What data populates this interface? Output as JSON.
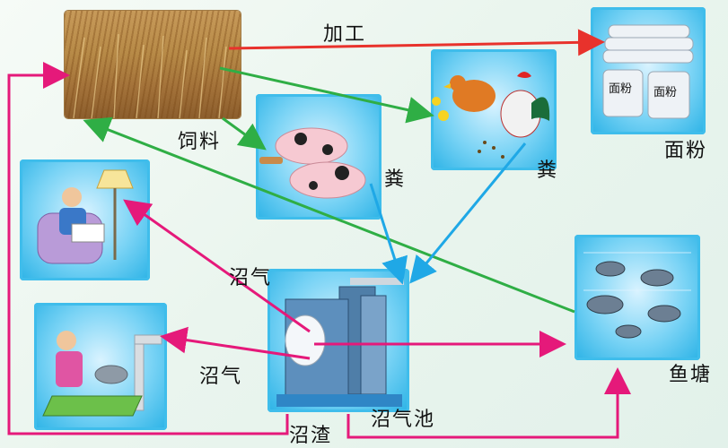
{
  "labels": {
    "processing": "加工",
    "feed": "饲料",
    "flour": "面粉",
    "flour_bag_1": "面粉",
    "flour_bag_2": "面粉",
    "manure_pig": "粪",
    "manure_chicken": "粪",
    "biogas_lamp": "沼气",
    "biogas_stove": "沼气",
    "biogas_residue": "沼渣",
    "biogas_tank": "沼气池",
    "fish_pond": "鱼塘"
  },
  "colors": {
    "red_arrow": "#e8322c",
    "green_arrow": "#2fae45",
    "blue_arrow": "#1fa8e6",
    "magenta_arrow": "#e5197a"
  }
}
